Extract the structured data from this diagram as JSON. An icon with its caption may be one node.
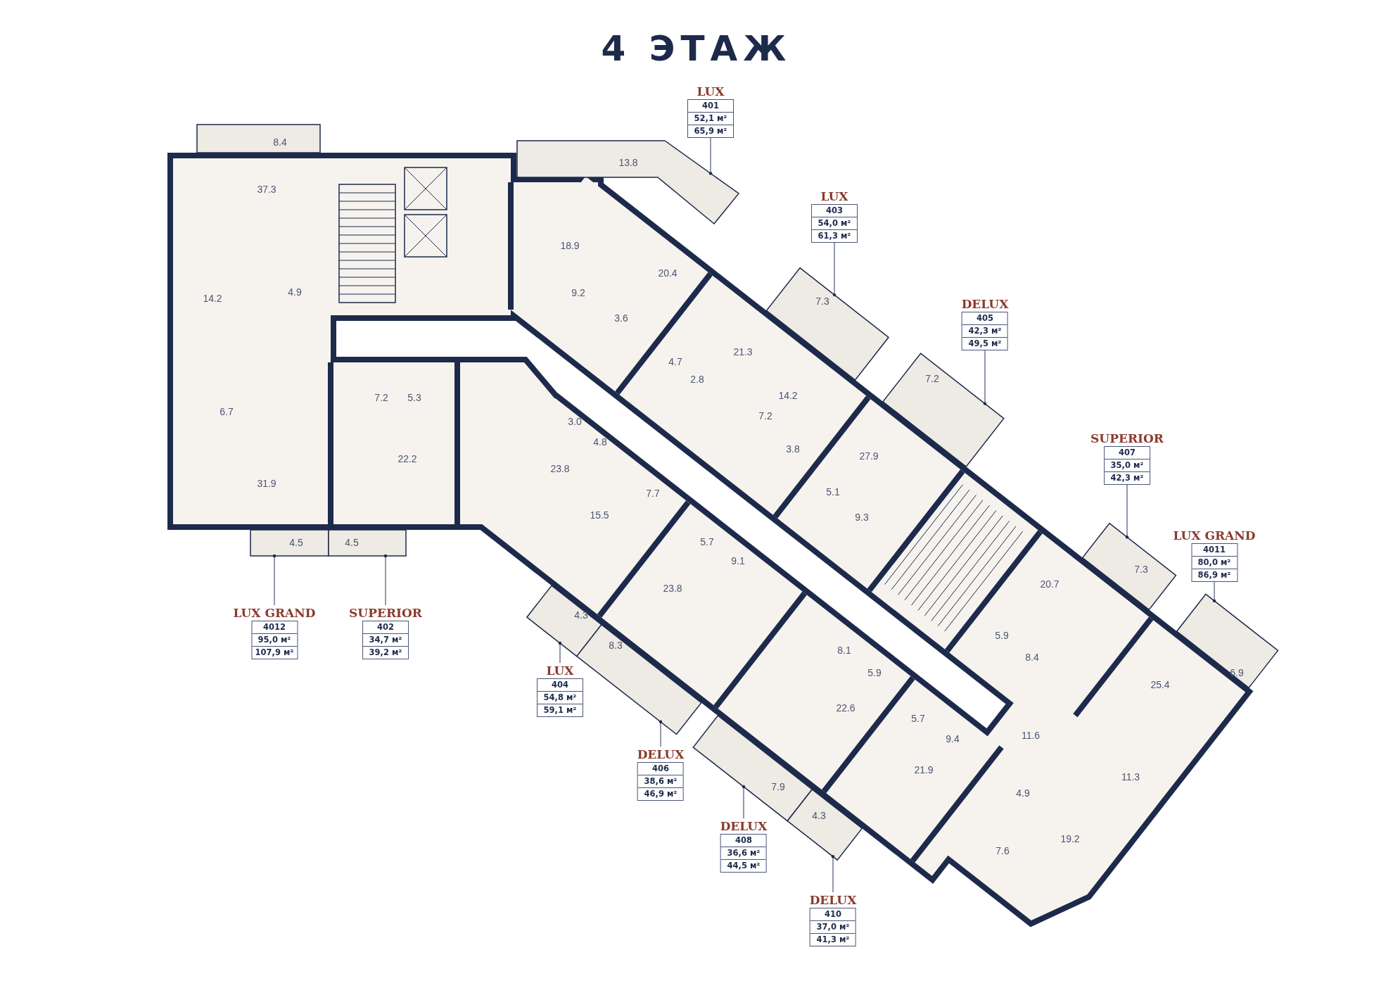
{
  "diagram": {
    "title": "4 ЭТАЖ",
    "nodes": [
      {
        "text": [
          "LUX",
          "401",
          "52,1 м²",
          "65,9 м²"
        ]
      },
      {
        "text": [
          "LUX",
          "403",
          "54,0 м²",
          "61,3 м²"
        ]
      },
      {
        "text": [
          "DELUX",
          "405",
          "42,3 м²",
          "49,5 м²"
        ]
      },
      {
        "text": [
          "SUPERIOR",
          "407",
          "35,0 м²",
          "42,3 м²"
        ]
      },
      {
        "text": [
          "LUX GRAND",
          "4011",
          "80,0 м²",
          "86,9 м²"
        ]
      },
      {
        "text": [
          "LUX GRAND",
          "4012",
          "95,0 м²",
          "107,9 м²"
        ]
      },
      {
        "text": [
          "SUPERIOR",
          "402",
          "34,7 м²",
          "39,2 м²"
        ]
      },
      {
        "text": [
          "LUX",
          "404",
          "54,8 м²",
          "59,1 м²"
        ]
      },
      {
        "text": [
          "DELUX",
          "406",
          "38,6 м²",
          "46,9 м²"
        ]
      },
      {
        "text": [
          "DELUX",
          "408",
          "36,6 м²",
          "44,5 м²"
        ]
      },
      {
        "text": [
          "DELUX",
          "410",
          "37,0 м²",
          "41,3 м²"
        ]
      },
      {
        "text": [
          "13.8"
        ]
      },
      {
        "text": [
          "7.3"
        ]
      },
      {
        "text": [
          "7.2"
        ]
      },
      {
        "text": [
          "7.3"
        ]
      },
      {
        "text": [
          "6.9"
        ]
      },
      {
        "text": [
          "4.5"
        ]
      },
      {
        "text": [
          "4.5"
        ]
      },
      {
        "text": [
          "4.3"
        ]
      },
      {
        "text": [
          "8.3"
        ]
      },
      {
        "text": [
          "7.9"
        ]
      },
      {
        "text": [
          "4.3"
        ]
      }
    ],
    "edges": [
      {
        "from": 0,
        "to": 11,
        "arrow": "other"
      },
      {
        "from": 1,
        "to": 12,
        "arrow": "other"
      },
      {
        "from": 2,
        "to": 13,
        "arrow": "other"
      },
      {
        "from": 3,
        "to": 14,
        "arrow": "other"
      },
      {
        "from": 4,
        "to": 15,
        "arrow": "other"
      },
      {
        "from": 5,
        "to": 16,
        "arrow": "other"
      },
      {
        "from": 6,
        "to": 17,
        "arrow": "other"
      },
      {
        "from": 7,
        "to": 18,
        "arrow": "other"
      },
      {
        "from": 8,
        "to": 19,
        "arrow": "other"
      },
      {
        "from": 9,
        "to": 20,
        "arrow": "other"
      },
      {
        "from": 10,
        "to": 21,
        "arrow": "other"
      }
    ],
    "labels": [
      "8.4",
      "37.3",
      "18.9",
      "20.4",
      "4.9",
      "9.2",
      "14.2",
      "3.6",
      "21.3",
      "4.7",
      "2.8",
      "14.2",
      "7.2",
      "5.3",
      "6.7",
      "7.2",
      "3.0",
      "4.8",
      "3.8",
      "27.9",
      "22.2",
      "23.8",
      "31.9",
      "5.1",
      "7.7",
      "15.5",
      "9.3",
      "5.7",
      "9.1",
      "20.7",
      "23.8",
      "5.9",
      "8.1",
      "8.4",
      "5.9",
      "25.4",
      "22.6",
      "5.7",
      "11.6",
      "9.4",
      "21.9",
      "11.3",
      "4.9",
      "19.2",
      "7.6"
    ]
  }
}
